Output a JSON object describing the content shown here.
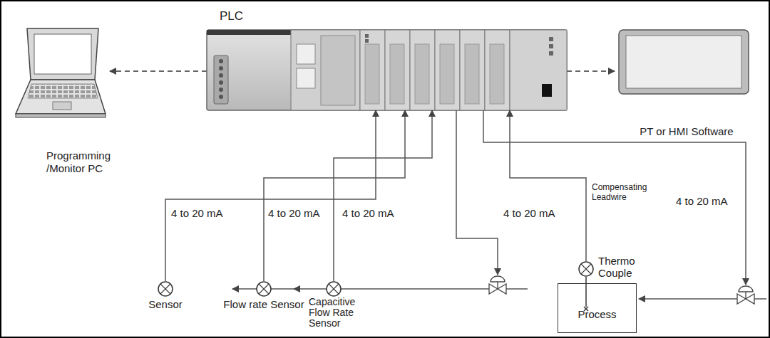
{
  "diagram": {
    "nodes": [
      {
        "text": [
          "PLC"
        ]
      },
      {
        "text": [
          "Programming /Monitor PC"
        ]
      },
      {
        "text": [
          "PT or HMI Software"
        ]
      },
      {
        "text": [
          "Sensor"
        ]
      },
      {
        "text": [
          "Flow rate Sensor"
        ]
      },
      {
        "text": [
          "Capacitive Flow Rate Sensor"
        ]
      },
      {
        "text": [
          "Thermo Couple"
        ]
      },
      {
        "text": [
          "Process"
        ]
      }
    ],
    "edges": [
      {
        "from": 0,
        "to": 1,
        "arrow": "to"
      },
      {
        "from": 0,
        "to": 2,
        "arrow": "to"
      },
      {
        "from": 3,
        "to": 0,
        "label": "4 to 20 mA",
        "arrow": "to"
      },
      {
        "from": 4,
        "to": 0,
        "label": "4 to 20 mA",
        "arrow": "to"
      },
      {
        "from": 5,
        "to": 0,
        "label": "4 to 20 mA",
        "arrow": "to"
      },
      {
        "from": 6,
        "to": 0,
        "label": "Compensating Leadwire",
        "arrow": "to"
      }
    ],
    "labels": [
      "4 to 20 mA",
      "4 to 20 mA"
    ]
  }
}
